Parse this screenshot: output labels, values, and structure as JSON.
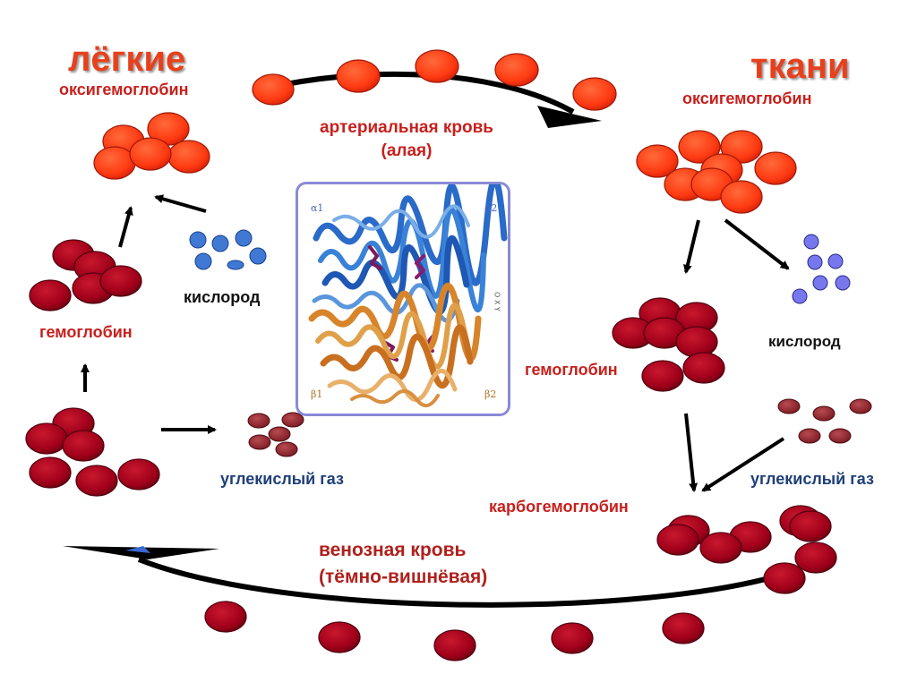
{
  "labels": {
    "lungs_title": "лёгкие",
    "tissues_title": "ткани",
    "oxyhemoglobin_left": "оксигемоглобин",
    "oxyhemoglobin_right": "оксигемоглобин",
    "arterial_line1": "артериальная кровь",
    "arterial_line2": "(алая)",
    "oxygen_left": "кислород",
    "oxygen_right": "кислород",
    "hemoglobin_left": "гемоглобин",
    "hemoglobin_right": "гемоглобин",
    "co2_left": "углекислый газ",
    "co2_right": "углекислый газ",
    "carbohemoglobin": "карбогемоглобин",
    "venous_line1": "венозная кровь",
    "venous_line2": "(тёмно-вишнёвая)"
  },
  "protein_labels": {
    "alpha1": "α1",
    "alpha2": "α2",
    "beta1": "β1",
    "beta2": "β2",
    "axis": "O X Y"
  },
  "colors": {
    "oxy_cell": "#ff3a12",
    "deoxy_cell": "#a8001a",
    "oxygen_dot": "#3f79d4",
    "oxygen_dot_right": "#7777ee",
    "co2_dot": "#a03a40",
    "title": "#e8401c",
    "label_red": "#c8201c",
    "label_navy": "#1f3f7a",
    "protein_border": "#8a8ad8"
  }
}
